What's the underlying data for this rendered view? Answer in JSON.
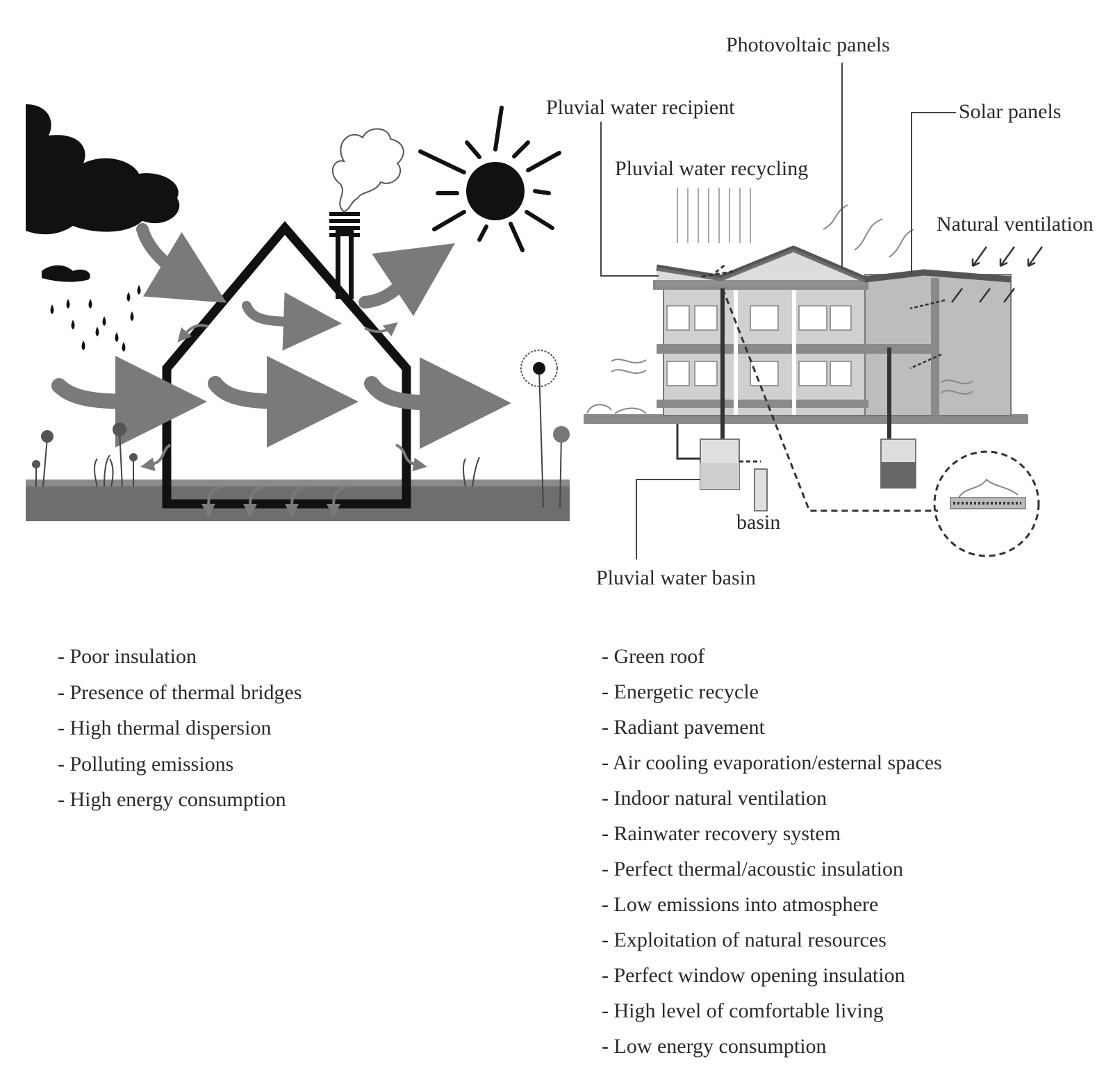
{
  "labels": {
    "photovoltaic": "Photovoltaic panels",
    "pluvial_recipient": "Pluvial water recipient",
    "solar_panels": "Solar panels",
    "pluvial_recycling": "Pluvial water recycling",
    "natural_ventilation": "Natural ventilation",
    "basin": "basin",
    "pluvial_basin": "Pluvial water basin"
  },
  "left_list": [
    "- Poor insulation",
    "- Presence of thermal bridges",
    "- High thermal dispersion",
    "- Polluting emissions",
    "- High energy consumption"
  ],
  "right_list": [
    "- Green roof",
    "- Energetic recycle",
    "- Radiant pavement",
    "- Air cooling evaporation/esternal spaces",
    "- Indoor natural ventilation",
    "- Rainwater recovery system",
    "- Perfect thermal/acoustic insulation",
    "- Low emissions into atmosphere",
    "- Exploitation of natural resources",
    "- Perfect window opening insulation",
    "- High level of comfortable living",
    "- Low energy consumption"
  ],
  "colors": {
    "arrow": "#7a7a7a",
    "outline": "#111111",
    "building": "#c8c8c8",
    "ground": "#6e6e6e"
  }
}
